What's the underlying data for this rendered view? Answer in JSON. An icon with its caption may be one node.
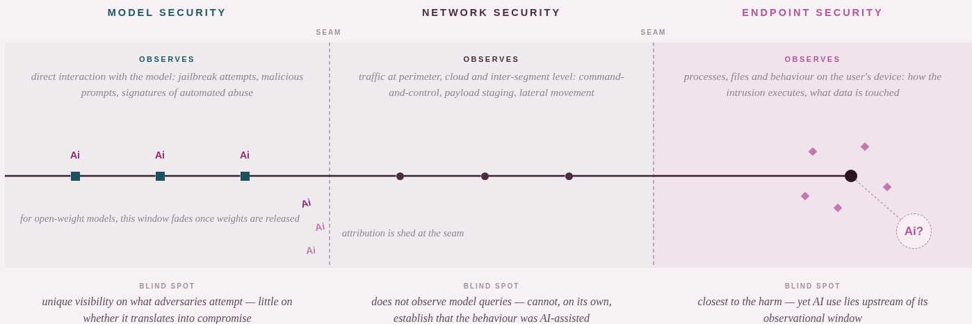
{
  "diagram": {
    "nodes": [
      {
        "text": [
          "MODEL SECURITY",
          "OBSERVES",
          "direct interaction with the model: jailbreak attempts, malicious prompts, signatures of automated abuse"
        ],
        "beside": [
          "BLIND SPOT",
          "unique visibility on what adversaries attempt — little on whether it translates into compromise"
        ]
      },
      {
        "text": [
          "NETWORK SECURITY",
          "OBSERVES",
          "traffic at perimeter, cloud and inter-segment level: command-and-control, payload staging, lateral movement"
        ],
        "beside": [
          "BLIND SPOT",
          "does not observe model queries — cannot, on its own, establish that the behaviour was AI-assisted"
        ]
      },
      {
        "text": [
          "ENDPOINT SECURITY",
          "OBSERVES",
          "processes, files and behaviour on the user's device: how the intrusion executes, what data is touched"
        ],
        "beside": [
          "BLIND SPOT",
          "closest to the harm — yet AI use lies upstream of its observational window"
        ]
      },
      {
        "text": [
          "Ai"
        ],
        "in": 0
      },
      {
        "text": [
          "Ai"
        ],
        "in": 0
      },
      {
        "text": [
          "Ai"
        ],
        "in": 0
      },
      {
        "text": [],
        "shape": "circle",
        "in": 1
      },
      {
        "text": [],
        "shape": "circle",
        "in": 1
      },
      {
        "text": [],
        "shape": "circle",
        "in": 1
      },
      {
        "text": [],
        "shape": "circle",
        "in": 2
      },
      {
        "text": [
          "Ai?"
        ],
        "in": 2
      }
    ],
    "edges": [
      {
        "from": null,
        "to": 3,
        "arrow": "none"
      },
      {
        "from": 3,
        "to": 4,
        "arrow": "none"
      },
      {
        "from": 4,
        "to": 5,
        "arrow": "none"
      },
      {
        "from": 5,
        "to": 6,
        "arrow": "none"
      },
      {
        "from": 6,
        "to": 7,
        "arrow": "none"
      },
      {
        "from": 7,
        "to": 8,
        "arrow": "none"
      },
      {
        "from": 8,
        "to": 9,
        "arrow": "none"
      },
      {
        "from": 9,
        "to": 10,
        "arrow": "none",
        "style": "dashed",
        "color": "#c07aae"
      }
    ],
    "labels": [
      "SEAM",
      "SEAM",
      "Ai",
      "Ai",
      "Ai",
      "for open-weight models, this window fades once weights are released",
      "attribution is shed at the seam"
    ]
  }
}
